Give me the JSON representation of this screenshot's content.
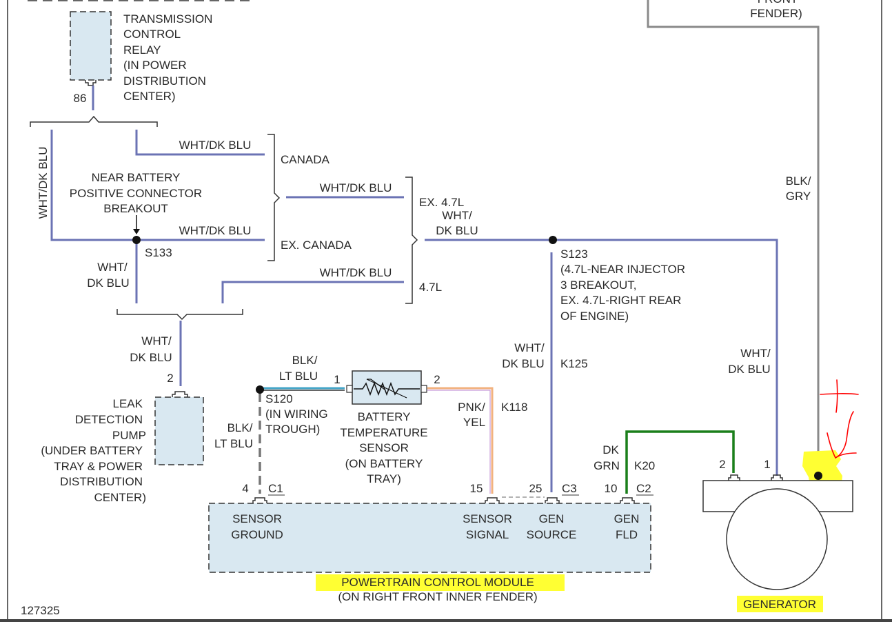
{
  "colors": {
    "wire_wht_dk_blu": "#6b73b4",
    "wire_blk_gry": "#8a8a8a",
    "wire_dk_grn": "#1a7f1a",
    "wire_pnk_yel": "#f2b27f",
    "wire_blk_lt_blu": "#45a6c8",
    "component_fill": "#d9e8f1",
    "highlight": "#ffff33",
    "annotation_red": "#ff0000",
    "line": "#333333"
  },
  "components": {
    "relay": {
      "lines": [
        "TRANSMISSION",
        "CONTROL",
        "RELAY",
        "(IN POWER",
        "DISTRIBUTION",
        "CENTER)"
      ],
      "pin": "86"
    },
    "fender_top": {
      "lines": [
        "FRONT",
        "FENDER)"
      ]
    },
    "near_battery": {
      "lines": [
        "NEAR BATTERY",
        "POSITIVE CONNECTOR",
        "BREAKOUT"
      ]
    },
    "leak_pump": {
      "lines": [
        "LEAK",
        "DETECTION",
        "PUMP",
        "(UNDER BATTERY",
        "TRAY & POWER",
        "DISTRIBUTION",
        "CENTER)"
      ],
      "pin": "2"
    },
    "battery_sensor": {
      "lines": [
        "BATTERY",
        "TEMPERATURE",
        "SENSOR",
        "(ON BATTERY",
        "TRAY)"
      ],
      "pin_left": "1",
      "pin_right": "2"
    },
    "pcm": {
      "title": "POWERTRAIN CONTROL MODULE",
      "subtitle": "(ON RIGHT FRONT INNER FENDER)",
      "pins": [
        {
          "num": "4",
          "conn": "C1",
          "lines": [
            "SENSOR",
            "GROUND"
          ]
        },
        {
          "num": "15",
          "conn": "",
          "lines": [
            "SENSOR",
            "SIGNAL"
          ]
        },
        {
          "num": "25",
          "conn": "C3",
          "lines": [
            "GEN",
            "SOURCE"
          ]
        },
        {
          "num": "10",
          "conn": "C2",
          "lines": [
            "GEN",
            "FLD"
          ]
        }
      ]
    },
    "generator": {
      "label": "GENERATOR",
      "pin1": "1",
      "pin2": "2"
    }
  },
  "splices": {
    "s133": {
      "label": "S133"
    },
    "s123": {
      "lines": [
        "S123",
        "(4.7L-NEAR INJECTOR",
        "3 BREAKOUT,",
        "EX. 4.7L-RIGHT REAR",
        "OF ENGINE)"
      ]
    },
    "s120": {
      "lines": [
        "S120",
        "(IN WIRING",
        "TROUGH)"
      ]
    }
  },
  "wires": {
    "wht_dk_blu": "WHT/DK BLU",
    "wht_dk_blu_split": [
      "WHT/",
      "DK BLU"
    ],
    "blk_gry": [
      "BLK/",
      "GRY"
    ],
    "blk_lt_blu_top": [
      "BLK/",
      "LT BLU"
    ],
    "blk_lt_blu_left": [
      "BLK/",
      "LT BLU"
    ],
    "pnk_yel": [
      "PNK/",
      "YEL"
    ],
    "dk_grn": [
      "DK",
      "GRN"
    ],
    "k118": "K118",
    "k125": "K125",
    "k20": "K20"
  },
  "options": {
    "canada": "CANADA",
    "ex_canada": "EX. CANADA",
    "ex_47l": "EX. 4.7L",
    "l47": "4.7L"
  },
  "annotations": {
    "figure_id": "127325"
  }
}
